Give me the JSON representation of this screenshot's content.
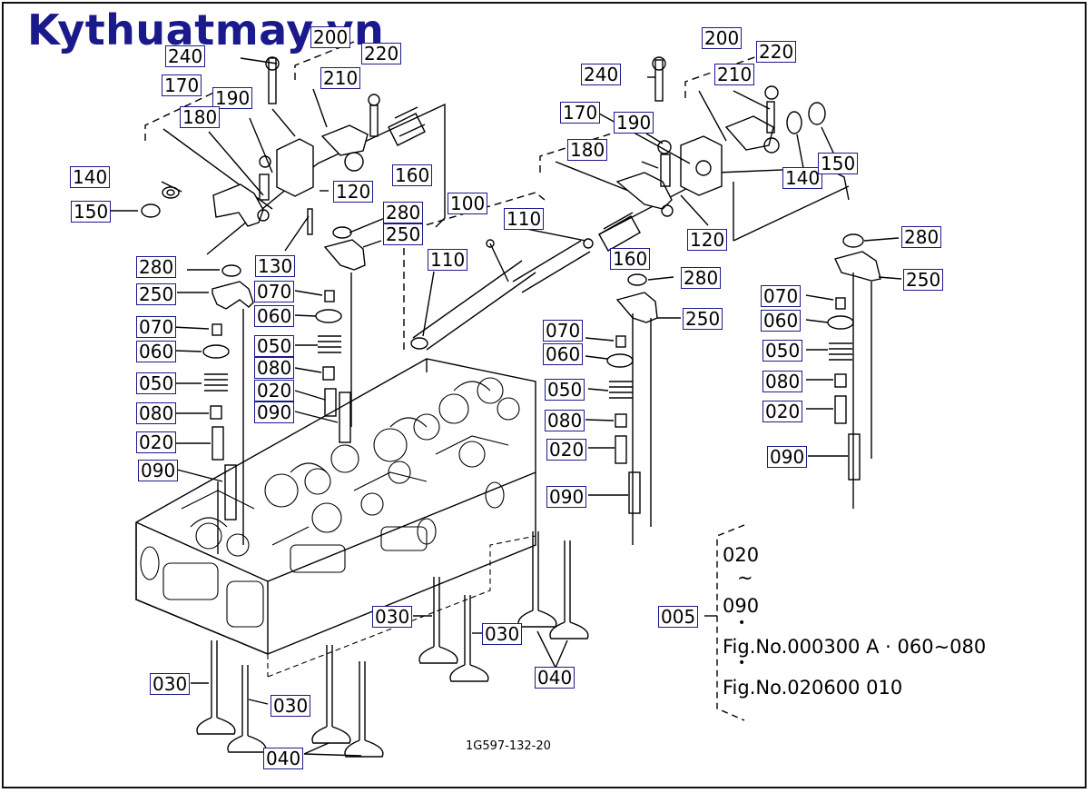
{
  "watermark": "Kythuatmay.vn",
  "drawing_code": "1G597-132-20",
  "note": {
    "line1": "020",
    "line2": "~",
    "line3": "090",
    "line4": "Fig.No.000300 A · 060∼080",
    "line5": "Fig.No.020600 010"
  },
  "labels": {
    "l200a": "200",
    "l240a": "240",
    "l220a": "220",
    "l210a": "210",
    "l170a": "170",
    "l190a": "190",
    "l180a": "180",
    "l160a": "160",
    "l140a": "140",
    "l150a": "150",
    "l120a": "120",
    "l130": "130",
    "l280a": "280",
    "l250a": "250",
    "l280b": "280",
    "l250b": "250",
    "l070a": "070",
    "l060a": "060",
    "l050a": "050",
    "l080a": "080",
    "l020a": "020",
    "l090a": "090",
    "l070b": "070",
    "l060b": "060",
    "l050b": "050",
    "l080b": "080",
    "l020b": "020",
    "l090b": "090",
    "l100": "100",
    "l110a": "110",
    "l110b": "110",
    "l200b": "200",
    "l240b": "240",
    "l220b": "220",
    "l210b": "210",
    "l170b": "170",
    "l190b": "190",
    "l180b": "180",
    "l140b": "140",
    "l150b": "150",
    "l120b": "120",
    "l160b": "160",
    "l280c": "280",
    "l250c": "250",
    "l280d": "280",
    "l250d": "250",
    "l070c": "070",
    "l060c": "060",
    "l050c": "050",
    "l080c": "080",
    "l020c": "020",
    "l090c": "090",
    "l070d": "070",
    "l060d": "060",
    "l050d": "050",
    "l080d": "080",
    "l020d": "020",
    "l090d": "090",
    "l005": "005",
    "l030a": "030",
    "l030b": "030",
    "l030c": "030",
    "l030d": "030",
    "l040a": "040",
    "l040b": "040"
  }
}
